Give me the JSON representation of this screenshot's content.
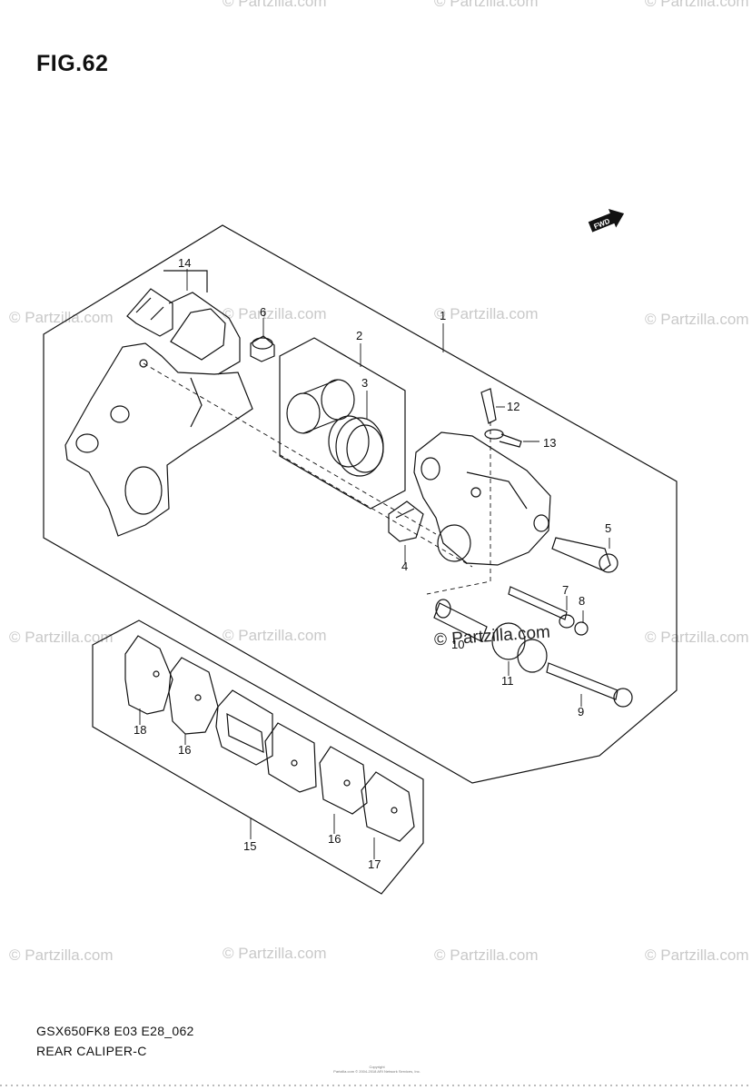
{
  "figure": {
    "title": "FIG.62",
    "model_code": "GSX650FK8 E03 E28_062",
    "assembly_name": "REAR CALIPER-C",
    "copyright_lines": [
      "Copyright",
      "Partzilla.com © 2004-2018 ARI Network Services, Inc."
    ]
  },
  "fwd_label": "FWD",
  "watermark": "© Partzilla.com",
  "callouts": [
    {
      "id": "c1",
      "text": "1"
    },
    {
      "id": "c2",
      "text": "2"
    },
    {
      "id": "c3",
      "text": "3"
    },
    {
      "id": "c4",
      "text": "4"
    },
    {
      "id": "c5",
      "text": "5"
    },
    {
      "id": "c6",
      "text": "6"
    },
    {
      "id": "c7",
      "text": "7"
    },
    {
      "id": "c8",
      "text": "8"
    },
    {
      "id": "c9",
      "text": "9"
    },
    {
      "id": "c10",
      "text": "10"
    },
    {
      "id": "c11",
      "text": "11"
    },
    {
      "id": "c12",
      "text": "12"
    },
    {
      "id": "c13",
      "text": "13"
    },
    {
      "id": "c14",
      "text": "14"
    },
    {
      "id": "c15",
      "text": "15"
    },
    {
      "id": "c16a",
      "text": "16"
    },
    {
      "id": "c16b",
      "text": "16"
    },
    {
      "id": "c17",
      "text": "17"
    },
    {
      "id": "c18",
      "text": "18"
    }
  ]
}
